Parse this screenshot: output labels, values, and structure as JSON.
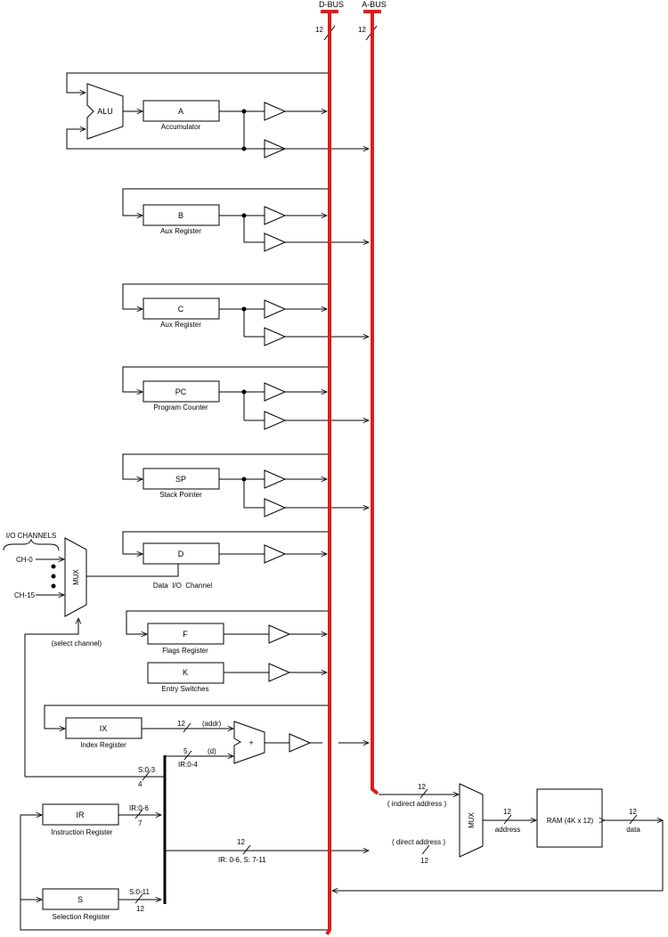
{
  "buses": {
    "d_bus": "D-BUS",
    "a_bus": "A-BUS",
    "d_width": "12",
    "a_width": "12"
  },
  "alu": "ALU",
  "registers": {
    "a": {
      "letter": "A",
      "name": "Accumulator"
    },
    "b": {
      "letter": "B",
      "name": "Aux Register"
    },
    "c": {
      "letter": "C",
      "name": "Aux Register"
    },
    "pc": {
      "letter": "PC",
      "name": "Program Counter"
    },
    "sp": {
      "letter": "SP",
      "name": "Stack Pointer"
    },
    "d": {
      "letter": "D",
      "name": "Data  I/O  Channel"
    },
    "f": {
      "letter": "F",
      "name": "Flags Register"
    },
    "k": {
      "letter": "K",
      "name": "Entry Switches"
    },
    "ix": {
      "letter": "IX",
      "name": "Index Register"
    },
    "ir": {
      "letter": "IR",
      "name": "Instruction Register"
    },
    "s": {
      "letter": "S",
      "name": "Selection Register"
    }
  },
  "io": {
    "title": "I/O CHANNELS",
    "ch_first": "CH-0",
    "ch_last": "CH-15",
    "mux": "MUX",
    "select": "(select channel)"
  },
  "adder": {
    "symbol": "+",
    "addr_width": "12",
    "addr_label": "(addr)",
    "d_width": "5",
    "d_label": "(d)",
    "d_src": "IR:0-4"
  },
  "control": {
    "s_sel": "S:0-3",
    "s_sel_width": "4",
    "ir_out": "IR:0-6",
    "ir_out_width": "7",
    "s_out": "S:0-11",
    "s_out_width": "12",
    "direct_width_top": "12",
    "direct_src": "IR: 0-6, S: 7-11"
  },
  "memory": {
    "mux": "MUX",
    "indirect_width": "12",
    "indirect_label": "( indirect address )",
    "direct_label": "( direct address )",
    "direct_width": "12",
    "address_width": "12",
    "address_label": "address",
    "ram": "RAM (4K x 12)",
    "data_width": "12",
    "data_label": "data"
  }
}
